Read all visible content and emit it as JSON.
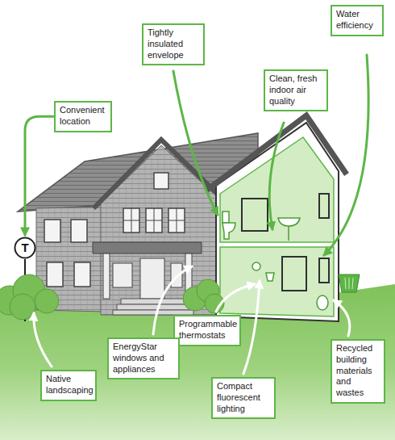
{
  "diagram": {
    "nodes": [
      {
        "text": [
          "Tightly insulated envelope"
        ]
      },
      {
        "text": [
          "Water efficiency"
        ]
      },
      {
        "text": [
          "Clean, fresh indoor air quality"
        ]
      },
      {
        "text": [
          "Convenient location"
        ]
      },
      {
        "text": [
          "T"
        ]
      },
      {
        "text": [
          "Programmable thermostats"
        ]
      },
      {
        "text": [
          "EnergyStar windows and appliances"
        ]
      },
      {
        "text": [
          "Recycled building materials and wastes"
        ]
      },
      {
        "text": [
          "Native landscaping"
        ]
      },
      {
        "text": [
          "Compact fluorescent lighting"
        ]
      }
    ],
    "edges": [
      {
        "from": 3,
        "to": 4,
        "arrow": "to"
      }
    ]
  }
}
